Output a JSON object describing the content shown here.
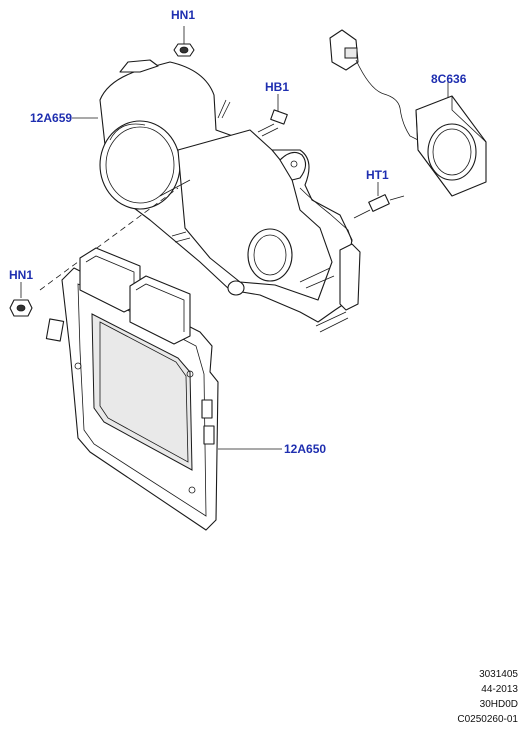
{
  "callouts": {
    "hn1_top": "HN1",
    "hb1": "HB1",
    "c8c636": "8C636",
    "a12a659": "12A659",
    "ht1": "HT1",
    "hn1_left": "HN1",
    "a12a650": "12A650"
  },
  "reference": {
    "line1": "3031405",
    "line2": "44-2013",
    "line3": "30HD0D",
    "line4": "C0250260-01"
  }
}
